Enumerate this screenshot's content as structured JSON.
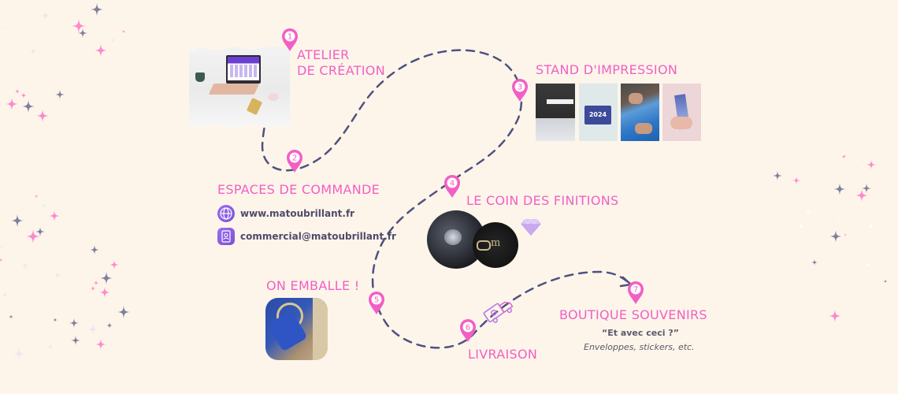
{
  "colors": {
    "background": "#fdf5ea",
    "accent_pink": "#f25fc4",
    "path_navy": "#4f5180",
    "icon_purple": "#8a5ce6",
    "text_dark": "#4f4a6b"
  },
  "steps": [
    {
      "number": "1",
      "title_line1": "ATELIER",
      "title_line2": "DE CRÉATION",
      "image": "laptop-desk-photo"
    },
    {
      "number": "2",
      "title": "ESPACES DE COMMANDE",
      "contacts": [
        {
          "icon": "globe-icon",
          "text": "www.matoubrillant.fr"
        },
        {
          "icon": "address-book-icon",
          "text": "commercial@matoubrillant.fr"
        }
      ]
    },
    {
      "number": "3",
      "title": "STAND D'IMPRESSION",
      "images": [
        "printer-photo",
        "calendar-2024-card-photo",
        "color-swatches-photo",
        "bookmark-in-hand-photo"
      ],
      "image_text": "2024"
    },
    {
      "number": "4",
      "title": "LE COIN DES FINITIONS",
      "image": "embossed-logo-stickers-photo",
      "decoration": "diamond-icon"
    },
    {
      "number": "5",
      "title": "ON EMBALLE !",
      "image": "tape-dispenser-photo"
    },
    {
      "number": "6",
      "title": "LIVRAISON",
      "decoration": "delivery-truck-icon"
    },
    {
      "number": "7",
      "title": "BOUTIQUE SOUVENIRS",
      "quote": "“Et avec ceci ?”",
      "subtitle": "Enveloppes, stickers, etc."
    }
  ]
}
